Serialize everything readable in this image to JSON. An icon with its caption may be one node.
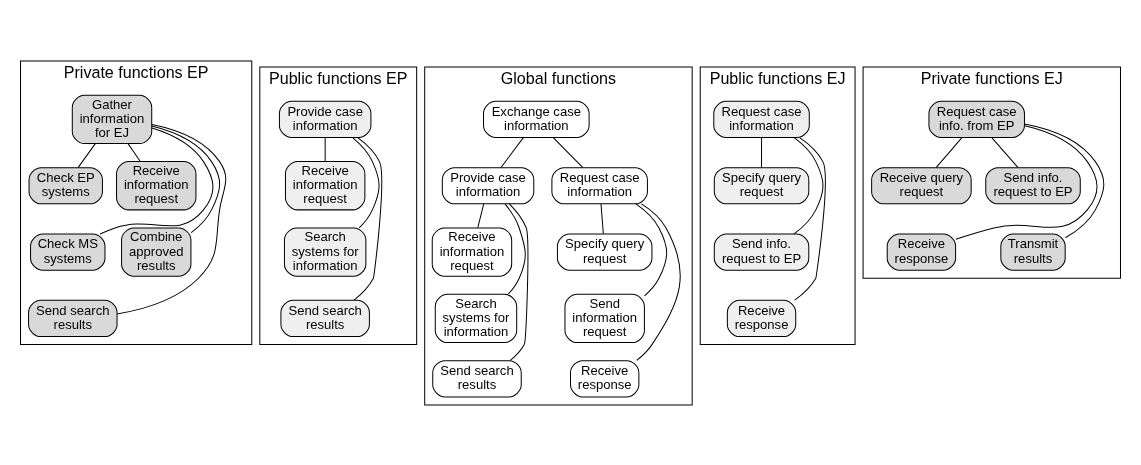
{
  "diagram": {
    "nodes": [
      {
        "text": [
          "Private functions EP"
        ]
      },
      {
        "text": [
          "Gather information for EJ"
        ],
        "in": 0
      },
      {
        "text": [
          "Check EP systems"
        ],
        "in": 0
      },
      {
        "text": [
          "Receive information request"
        ],
        "in": 0
      },
      {
        "text": [
          "Check MS systems"
        ],
        "in": 0
      },
      {
        "text": [
          "Combine approved results"
        ],
        "in": 0
      },
      {
        "text": [
          "Send search results"
        ],
        "in": 0
      },
      {
        "text": [
          "Public functions EP"
        ]
      },
      {
        "text": [
          "Provide case information"
        ],
        "in": 7
      },
      {
        "text": [
          "Receive information request"
        ],
        "in": 7
      },
      {
        "text": [
          "Search systems for information"
        ],
        "in": 7
      },
      {
        "text": [
          "Send search results"
        ],
        "in": 7
      },
      {
        "text": [
          "Global functions"
        ]
      },
      {
        "text": [
          "Exchange case information"
        ],
        "in": 12
      },
      {
        "text": [
          "Provide case information"
        ],
        "in": 12
      },
      {
        "text": [
          "Request case information"
        ],
        "in": 12
      },
      {
        "text": [
          "Receive information request"
        ],
        "in": 12
      },
      {
        "text": [
          "Search systems for information"
        ],
        "in": 12
      },
      {
        "text": [
          "Send search results"
        ],
        "in": 12
      },
      {
        "text": [
          "Specify query request"
        ],
        "in": 12
      },
      {
        "text": [
          "Send information request"
        ],
        "in": 12
      },
      {
        "text": [
          "Receive response"
        ],
        "in": 12
      },
      {
        "text": [
          "Public functions EJ"
        ]
      },
      {
        "text": [
          "Request case information"
        ],
        "in": 22
      },
      {
        "text": [
          "Specify query request"
        ],
        "in": 22
      },
      {
        "text": [
          "Send info. request to EP"
        ],
        "in": 22
      },
      {
        "text": [
          "Receive response"
        ],
        "in": 22
      },
      {
        "text": [
          "Private functions EJ"
        ]
      },
      {
        "text": [
          "Request case info. from EP"
        ],
        "in": 27
      },
      {
        "text": [
          "Receive query request"
        ],
        "in": 27
      },
      {
        "text": [
          "Send info. request to EP"
        ],
        "in": 27
      },
      {
        "text": [
          "Receive response"
        ],
        "in": 27
      },
      {
        "text": [
          "Transmit results"
        ],
        "in": 27
      }
    ],
    "edges": [
      {
        "from": 1,
        "to": 2,
        "arrow": "none"
      },
      {
        "from": 1,
        "to": 3,
        "arrow": "none"
      },
      {
        "from": 1,
        "to": 4,
        "arrow": "none"
      },
      {
        "from": 1,
        "to": 5,
        "arrow": "none"
      },
      {
        "from": 1,
        "to": 6,
        "arrow": "none"
      },
      {
        "from": 8,
        "to": 9,
        "arrow": "none"
      },
      {
        "from": 8,
        "to": 10,
        "arrow": "none"
      },
      {
        "from": 8,
        "to": 11,
        "arrow": "none"
      },
      {
        "from": 13,
        "to": 14,
        "arrow": "none"
      },
      {
        "from": 13,
        "to": 15,
        "arrow": "none"
      },
      {
        "from": 14,
        "to": 16,
        "arrow": "none"
      },
      {
        "from": 14,
        "to": 17,
        "arrow": "none"
      },
      {
        "from": 14,
        "to": 18,
        "arrow": "none"
      },
      {
        "from": 15,
        "to": 19,
        "arrow": "none"
      },
      {
        "from": 15,
        "to": 20,
        "arrow": "none"
      },
      {
        "from": 15,
        "to": 21,
        "arrow": "none"
      },
      {
        "from": 23,
        "to": 24,
        "arrow": "none"
      },
      {
        "from": 23,
        "to": 25,
        "arrow": "none"
      },
      {
        "from": 23,
        "to": 26,
        "arrow": "none"
      },
      {
        "from": 28,
        "to": 29,
        "arrow": "none"
      },
      {
        "from": 28,
        "to": 30,
        "arrow": "none"
      },
      {
        "from": 28,
        "to": 31,
        "arrow": "none"
      },
      {
        "from": 28,
        "to": 32,
        "arrow": "none"
      }
    ]
  }
}
